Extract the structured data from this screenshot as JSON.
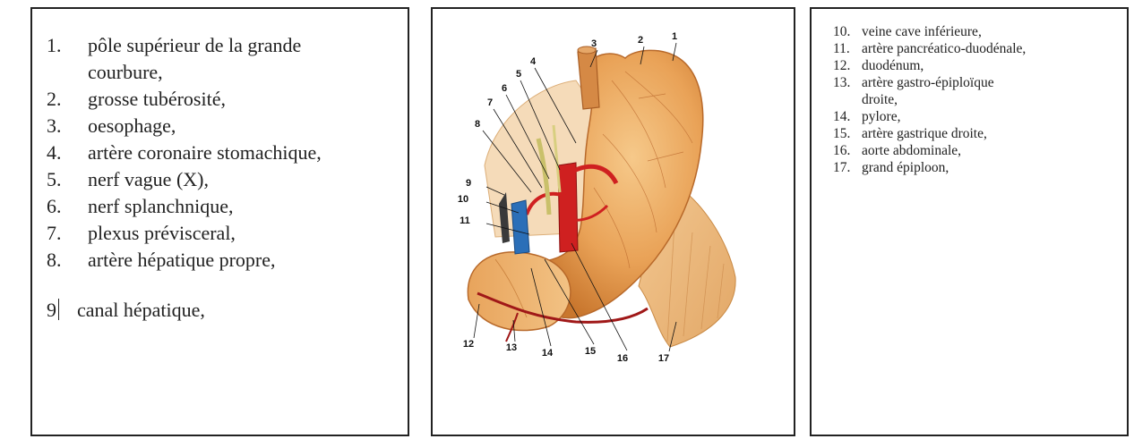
{
  "left_list": [
    {
      "num": "1.",
      "text": "pôle supérieur de la grande courbure,"
    },
    {
      "num": "2.",
      "text": "grosse tubérosité,"
    },
    {
      "num": "3.",
      "text": "oesophage,"
    },
    {
      "num": "4.",
      "text": "artère coronaire stomachique,"
    },
    {
      "num": "5.",
      "text": "nerf vague (X),"
    },
    {
      "num": "6.",
      "text": "nerf splanchnique,"
    },
    {
      "num": "7.",
      "text": "plexus prévisceral,"
    },
    {
      "num": "8.",
      "text": "artère hépatique propre,"
    },
    {
      "num": "9",
      "text": "canal hépatique,"
    }
  ],
  "right_list": [
    {
      "num": "10.",
      "text": "veine cave inférieure,"
    },
    {
      "num": "11.",
      "text": "artère pancréatico-duodénale,"
    },
    {
      "num": "12.",
      "text": "duodénum,"
    },
    {
      "num": "13.",
      "text": "artère gastro-épiploïque droite,"
    },
    {
      "num": "14.",
      "text": "pylore,"
    },
    {
      "num": "15.",
      "text": "artère gastrique droite,"
    },
    {
      "num": "16.",
      "text": "aorte abdominale,"
    },
    {
      "num": "17.",
      "text": "grand épiploon,"
    }
  ],
  "figure_labels": [
    "1",
    "2",
    "3",
    "4",
    "5",
    "6",
    "7",
    "8",
    "9",
    "10",
    "11",
    "12",
    "13",
    "14",
    "15",
    "16",
    "17"
  ]
}
